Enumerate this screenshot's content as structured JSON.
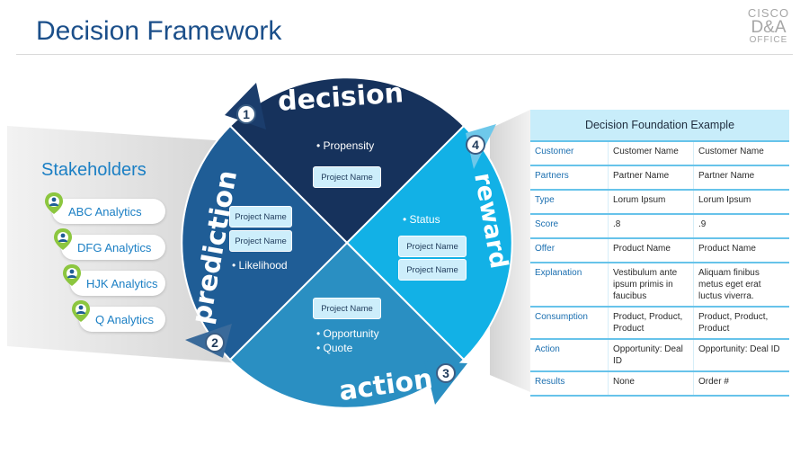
{
  "header": {
    "title": "Decision Framework",
    "logo_line1": "CISCO",
    "logo_line2": "D&A",
    "logo_line3": "OFFICE"
  },
  "colors": {
    "title": "#1b4f8a",
    "decision": "#16325c",
    "prediction": "#1f5d96",
    "action": "#2a8fc2",
    "reward": "#12b1e6",
    "card": "#cdeefb",
    "accent": "#1b7fc4"
  },
  "stakeholders": {
    "title": "Stakeholders",
    "items": [
      "ABC Analytics",
      "DFG Analytics",
      "HJK Analytics",
      "Q Analytics"
    ],
    "icon": "person-pin-icon"
  },
  "wheel": {
    "decision": {
      "label": "decision",
      "step": "1",
      "bullets": [
        "Propensity"
      ],
      "cards": [
        "Project Name"
      ]
    },
    "prediction": {
      "label": "prediction",
      "step": "2",
      "bullets": [
        "Likelihood"
      ],
      "cards": [
        "Project Name",
        "Project Name"
      ]
    },
    "action": {
      "label": "action",
      "step": "3",
      "bullets": [
        "Opportunity",
        "Quote"
      ],
      "cards": [
        "Project Name"
      ]
    },
    "reward": {
      "label": "reward",
      "step": "4",
      "bullets": [
        "Status"
      ],
      "cards": [
        "Project Name",
        "Project Name"
      ]
    }
  },
  "foundation": {
    "title": "Decision Foundation Example",
    "rows": [
      {
        "key": "Customer",
        "a": "Customer Name",
        "b": "Customer Name"
      },
      {
        "key": "Partners",
        "a": "Partner Name",
        "b": "Partner Name"
      },
      {
        "key": "Type",
        "a": "Lorum Ipsum",
        "b": "Lorum Ipsum"
      },
      {
        "key": "Score",
        "a": ".8",
        "b": ".9"
      },
      {
        "key": "Offer",
        "a": "Product Name",
        "b": "Product Name"
      },
      {
        "key": "Explanation",
        "a": "Vestibulum ante ipsum primis in faucibus",
        "b": "Aliquam finibus metus eget erat luctus viverra."
      },
      {
        "key": "Consumption",
        "a": "Product, Product, Product",
        "b": "Product, Product, Product"
      },
      {
        "key": "Action",
        "a": "Opportunity: Deal ID",
        "b": "Opportunity: Deal ID"
      },
      {
        "key": "Results",
        "a": "None",
        "b": "Order #"
      }
    ]
  }
}
